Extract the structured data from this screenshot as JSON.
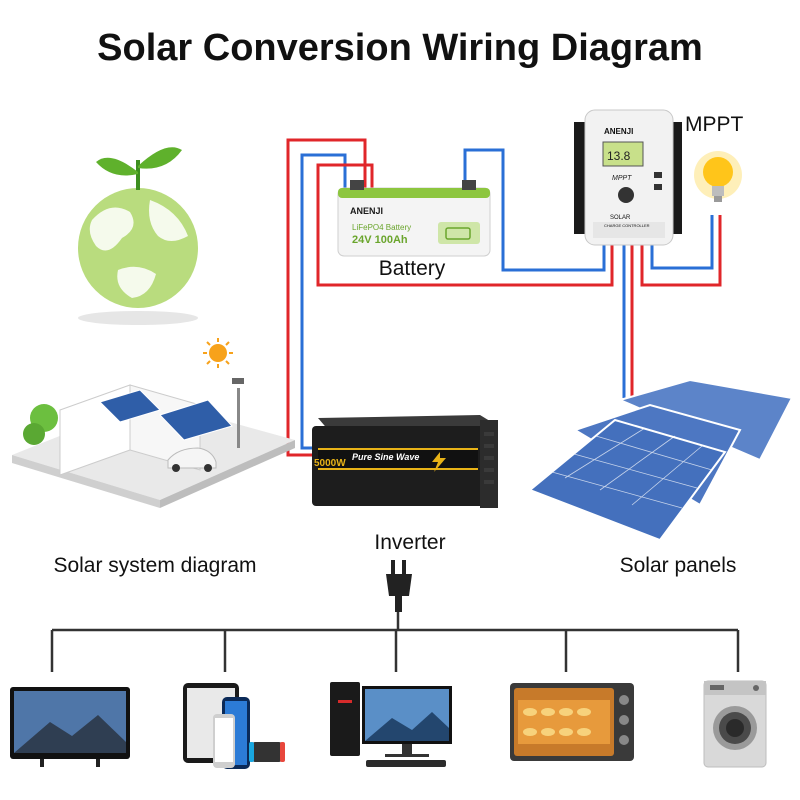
{
  "title": "Solar Conversion Wiring Diagram",
  "labels": {
    "mppt": "MPPT",
    "battery": "Battery",
    "inverter": "Inverter",
    "solar_system": "Solar system diagram",
    "solar_panels": "Solar panels"
  },
  "battery_face": {
    "brand": "ANENJI",
    "type": "LiFePO4 Battery",
    "spec": "24V 100Ah"
  },
  "controller_face": {
    "brand": "ANENJI",
    "display": "13.8",
    "model": "MPPT",
    "caption_line1": "SOLAR",
    "caption_line2": "CHARGE CONTROLLER"
  },
  "inverter_face": {
    "power": "5000W",
    "wave": "Pure Sine Wave"
  },
  "colors": {
    "positive_wire": "#e0262a",
    "negative_wire": "#2a6fd6",
    "bus_wire": "#333333",
    "battery_green": "#8dc63f",
    "inverter_body": "#1d1d1d"
  }
}
